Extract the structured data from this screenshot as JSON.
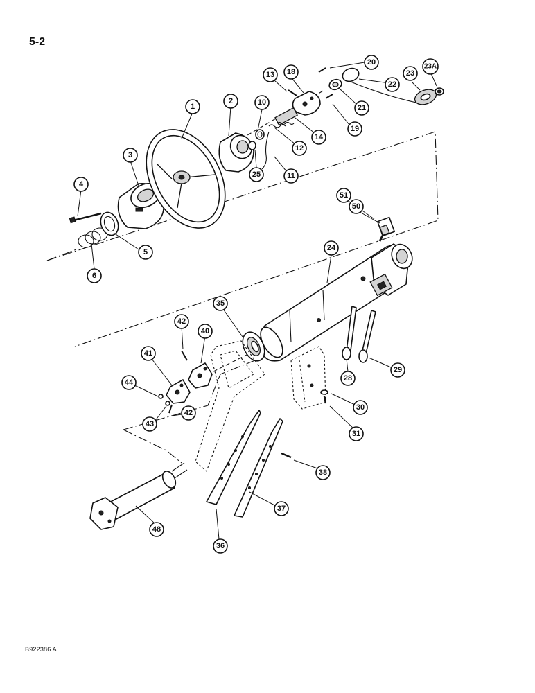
{
  "page_number": "5-2",
  "figure_code": "B922386 A",
  "callouts": [
    {
      "id": "c1",
      "label": "1"
    },
    {
      "id": "c2",
      "label": "2"
    },
    {
      "id": "c3",
      "label": "3"
    },
    {
      "id": "c4",
      "label": "4"
    },
    {
      "id": "c5",
      "label": "5"
    },
    {
      "id": "c6",
      "label": "6"
    },
    {
      "id": "c10",
      "label": "10"
    },
    {
      "id": "c11",
      "label": "11"
    },
    {
      "id": "c12",
      "label": "12"
    },
    {
      "id": "c13",
      "label": "13"
    },
    {
      "id": "c14",
      "label": "14"
    },
    {
      "id": "c18",
      "label": "18"
    },
    {
      "id": "c19",
      "label": "19"
    },
    {
      "id": "c20",
      "label": "20"
    },
    {
      "id": "c21",
      "label": "21"
    },
    {
      "id": "c22",
      "label": "22"
    },
    {
      "id": "c23",
      "label": "23"
    },
    {
      "id": "c23a",
      "label": "23A"
    },
    {
      "id": "c24",
      "label": "24"
    },
    {
      "id": "c25",
      "label": "25"
    },
    {
      "id": "c28",
      "label": "28"
    },
    {
      "id": "c29",
      "label": "29"
    },
    {
      "id": "c30",
      "label": "30"
    },
    {
      "id": "c31",
      "label": "31"
    },
    {
      "id": "c35",
      "label": "35"
    },
    {
      "id": "c36",
      "label": "36"
    },
    {
      "id": "c37",
      "label": "37"
    },
    {
      "id": "c38",
      "label": "38"
    },
    {
      "id": "c40",
      "label": "40"
    },
    {
      "id": "c41",
      "label": "41"
    },
    {
      "id": "c42a",
      "label": "42"
    },
    {
      "id": "c42b",
      "label": "42"
    },
    {
      "id": "c43",
      "label": "43"
    },
    {
      "id": "c44",
      "label": "44"
    },
    {
      "id": "c48",
      "label": "48"
    },
    {
      "id": "c50",
      "label": "50"
    },
    {
      "id": "c51",
      "label": "51"
    }
  ]
}
